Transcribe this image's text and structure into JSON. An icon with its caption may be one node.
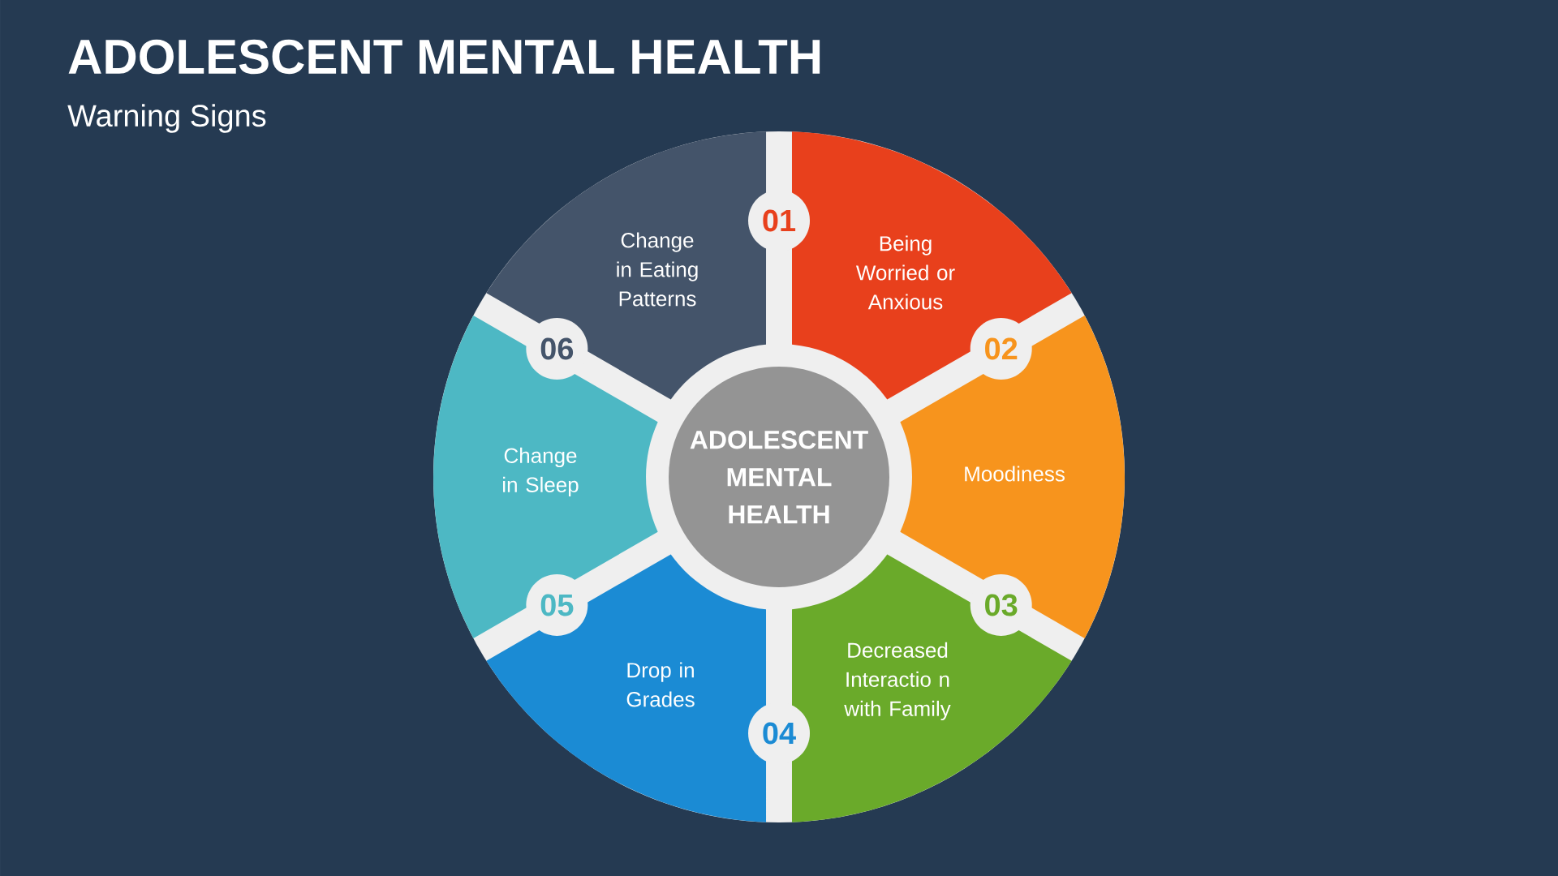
{
  "diagram": {
    "title": "ADOLESCENT MENTAL HEALTH",
    "nodes": [
      {
        "text": [
          "ADOLESCENT MENTAL HEALTH"
        ]
      },
      {
        "text": [
          "Being Worried or Anxious"
        ]
      },
      {
        "text": [
          "Moodiness"
        ]
      },
      {
        "text": [
          "Decreased Interactio n with Family"
        ]
      },
      {
        "text": [
          "Drop in Grades"
        ]
      },
      {
        "text": [
          "Change in Sleep"
        ]
      },
      {
        "text": [
          "Change in Eating Patterns"
        ]
      },
      {
        "text": [
          "01"
        ]
      },
      {
        "text": [
          "02"
        ]
      },
      {
        "text": [
          "03"
        ]
      },
      {
        "text": [
          "04"
        ]
      },
      {
        "text": [
          "05"
        ]
      },
      {
        "text": [
          "06"
        ]
      }
    ],
    "labels": [
      "Warning Signs"
    ]
  }
}
